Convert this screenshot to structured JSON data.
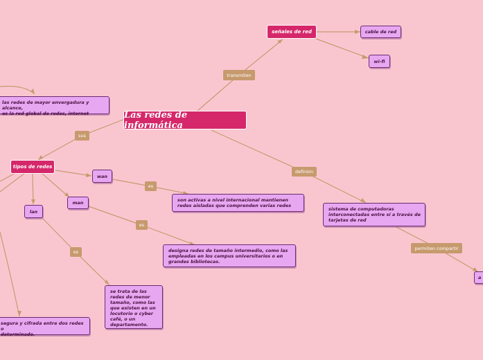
{
  "root": {
    "title": "Las redes de informática"
  },
  "nodes": {
    "senales": "señales de red",
    "cable": "cable de red",
    "wifi": "wi-fi",
    "tipos": "tipos de redes",
    "wan": "wan",
    "man": "man",
    "lan": "lan",
    "definicion": "sistema de computadoras interconectadas entre sí a través de tarjetas de red",
    "wan_desc": "son activas a nivel internacional mantienen redes aisladas que comprenden varias redes",
    "man_desc": "designa redes de tamaño intermedio, como las empleadas en los campus universitarios o en grandes bibliotecas.",
    "lan_desc": "se trata de las redes de menor tamaño, como las que existen en un locutorio o cyber café, o un departamento.",
    "internet_line1": "las redes de mayor envergadura y alcance,",
    "internet_line2": "es la red global de redes, internet",
    "vpn_line1": "segura y cifrada entre dos redes o",
    "vpn_line2": "determinado.",
    "right_edge": "a"
  },
  "labels": {
    "transmiten": "transmiten",
    "sus": "sus",
    "definion": "definion",
    "es_wan": "es",
    "es_man": "es",
    "es_lan": "es",
    "permiten": "permiten compartir"
  }
}
